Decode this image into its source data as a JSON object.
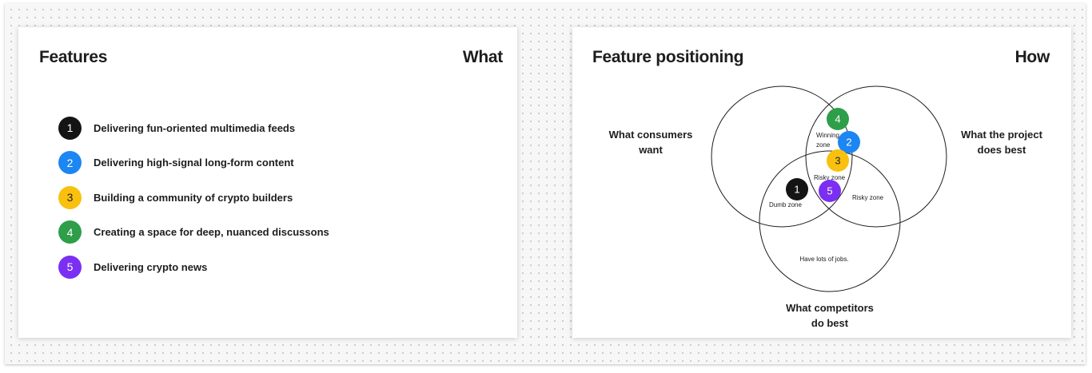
{
  "colors": {
    "black": "#141414",
    "blue": "#1c86f2",
    "yellow": "#f9c00e",
    "green": "#2e9e49",
    "purple": "#7b2ff2",
    "text": "#1d1d1f"
  },
  "features_card": {
    "title": "Features",
    "tag": "What",
    "items": [
      {
        "number": "1",
        "label": "Delivering fun-oriented multimedia feeds",
        "color": "#141414"
      },
      {
        "number": "2",
        "label": "Delivering high-signal long-form content",
        "color": "#1c86f2"
      },
      {
        "number": "3",
        "label": "Building a community of crypto builders",
        "color": "#f9c00e"
      },
      {
        "number": "4",
        "label": "Creating a space for deep, nuanced discussons",
        "color": "#2e9e49"
      },
      {
        "number": "5",
        "label": "Delivering crypto news",
        "color": "#7b2ff2"
      }
    ]
  },
  "positioning_card": {
    "title": "Feature positioning",
    "tag": "How",
    "sets": {
      "consumers": {
        "line1": "What consumers",
        "line2": "want"
      },
      "project": {
        "line1": "What the project",
        "line2": "does best"
      },
      "competitors": {
        "line1": "What competitors",
        "line2": "do best"
      }
    },
    "zones": {
      "winning": {
        "line1": "Winning",
        "line2": "zone"
      },
      "risky_center": "Risky zone",
      "risky_right": "Risky zone",
      "dumb": "Dumb zone",
      "competitors_only": "Have lots of jobs."
    },
    "markers": [
      {
        "number": "4",
        "color": "#2e9e49",
        "text_color": "#ffffff"
      },
      {
        "number": "2",
        "color": "#1c86f2",
        "text_color": "#ffffff"
      },
      {
        "number": "3",
        "color": "#f9c00e",
        "text_color": "#1d1d1f"
      },
      {
        "number": "1",
        "color": "#141414",
        "text_color": "#ffffff"
      },
      {
        "number": "5",
        "color": "#7b2ff2",
        "text_color": "#ffffff"
      }
    ]
  }
}
